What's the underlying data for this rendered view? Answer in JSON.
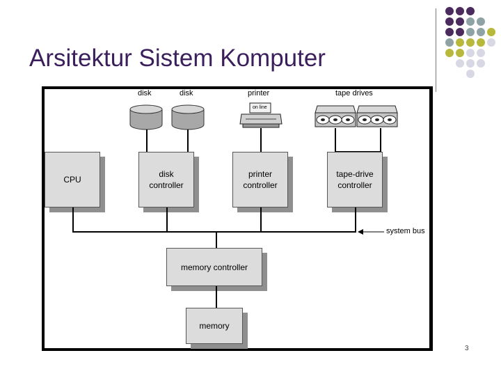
{
  "slide": {
    "title": "Arsitektur Sistem Komputer",
    "page_number": "3"
  },
  "decoration": {
    "dot_colors": [
      "#4b2a5e",
      "#8fa3a6",
      "#b8b83a",
      "#d8d8e4"
    ]
  },
  "devices": {
    "disk1": "disk",
    "disk2": "disk",
    "printer": "printer",
    "printer_panel": "on line",
    "tape_drives": "tape drives"
  },
  "controllers": {
    "cpu": "CPU",
    "disk": "disk\ncontroller",
    "printer": "printer\ncontroller",
    "tape_drive": "tape-drive\ncontroller",
    "memory_controller": "memory controller",
    "memory": "memory"
  },
  "bus": {
    "label": "system bus"
  }
}
